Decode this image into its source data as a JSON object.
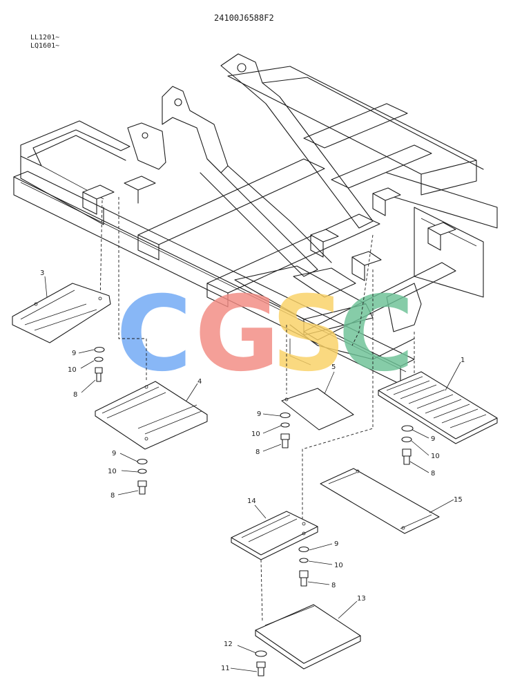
{
  "header": {
    "drawing_number": "24100J6588F2",
    "serial_line_1": "LL1201~",
    "serial_line_2": "LQ1601~"
  },
  "watermark": {
    "letters": [
      "C",
      "G",
      "S",
      "C"
    ],
    "colors": [
      "#6fa8f5",
      "#f28b82",
      "#fad165",
      "#6cc196"
    ]
  },
  "callouts": {
    "c1": "1",
    "c3": "3",
    "c4": "4",
    "c5": "5",
    "c8a": "8",
    "c9a": "9",
    "c10a": "10",
    "c8b": "8",
    "c9b": "9",
    "c10b": "10",
    "c8c": "8",
    "c9c": "9",
    "c10c": "10",
    "c8d": "8",
    "c9d": "9",
    "c10d": "10",
    "c8e": "8",
    "c9e": "9",
    "c10e": "10",
    "c11": "11",
    "c12": "12",
    "c13": "13",
    "c14": "14",
    "c15": "15"
  }
}
